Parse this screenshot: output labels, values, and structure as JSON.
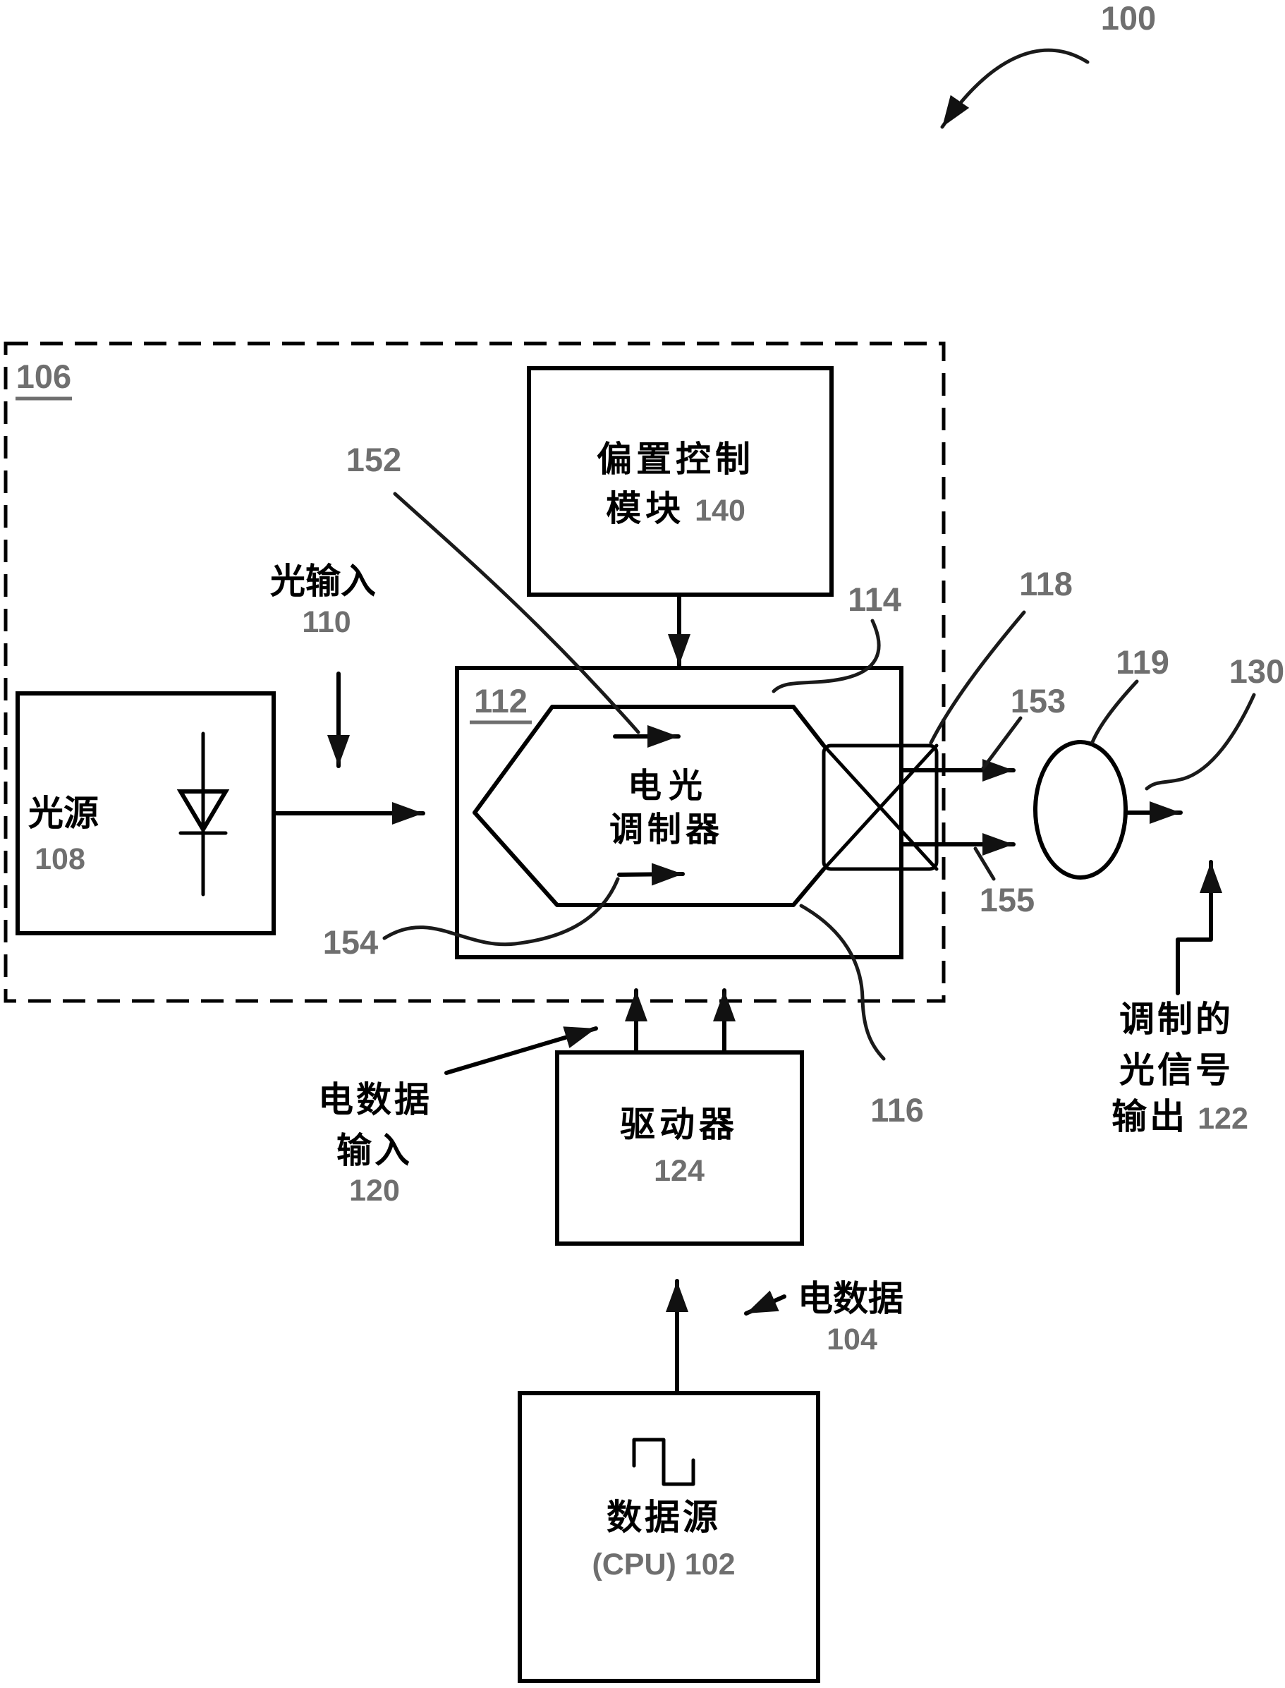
{
  "diagram": {
    "figure_ref": "100",
    "outer_box_ref": "106",
    "bias_control": {
      "line1": "偏置控制",
      "line2": "模块",
      "ref": "140"
    },
    "light_source": {
      "label": "光源",
      "ref": "108"
    },
    "light_input": {
      "label": "光输入",
      "ref": "110"
    },
    "modulator": {
      "ref": "112",
      "line1": "电光",
      "line2": "调制器"
    },
    "arm_refs": {
      "upper": "152",
      "lower": "154"
    },
    "coupler_ref": "114",
    "tap_ref": "116",
    "output_path_ref": "118",
    "lens_ref": "119",
    "beam_ref": "130",
    "signal_refs": {
      "upper": "153",
      "lower": "155"
    },
    "elec_data_input": {
      "line1": "电数据",
      "line2": "输入",
      "ref": "120"
    },
    "driver": {
      "label": "驱动器",
      "ref": "124"
    },
    "elec_data": {
      "label": "电数据",
      "ref": "104"
    },
    "data_source": {
      "label": "数据源",
      "sub": "(CPU) 102"
    },
    "mod_output": {
      "line1": "调制的",
      "line2": "光信号",
      "line3": "输出",
      "ref": "122"
    },
    "colors": {
      "line": "#000000",
      "numeral": "#6f6f6f",
      "background": "#ffffff"
    }
  }
}
